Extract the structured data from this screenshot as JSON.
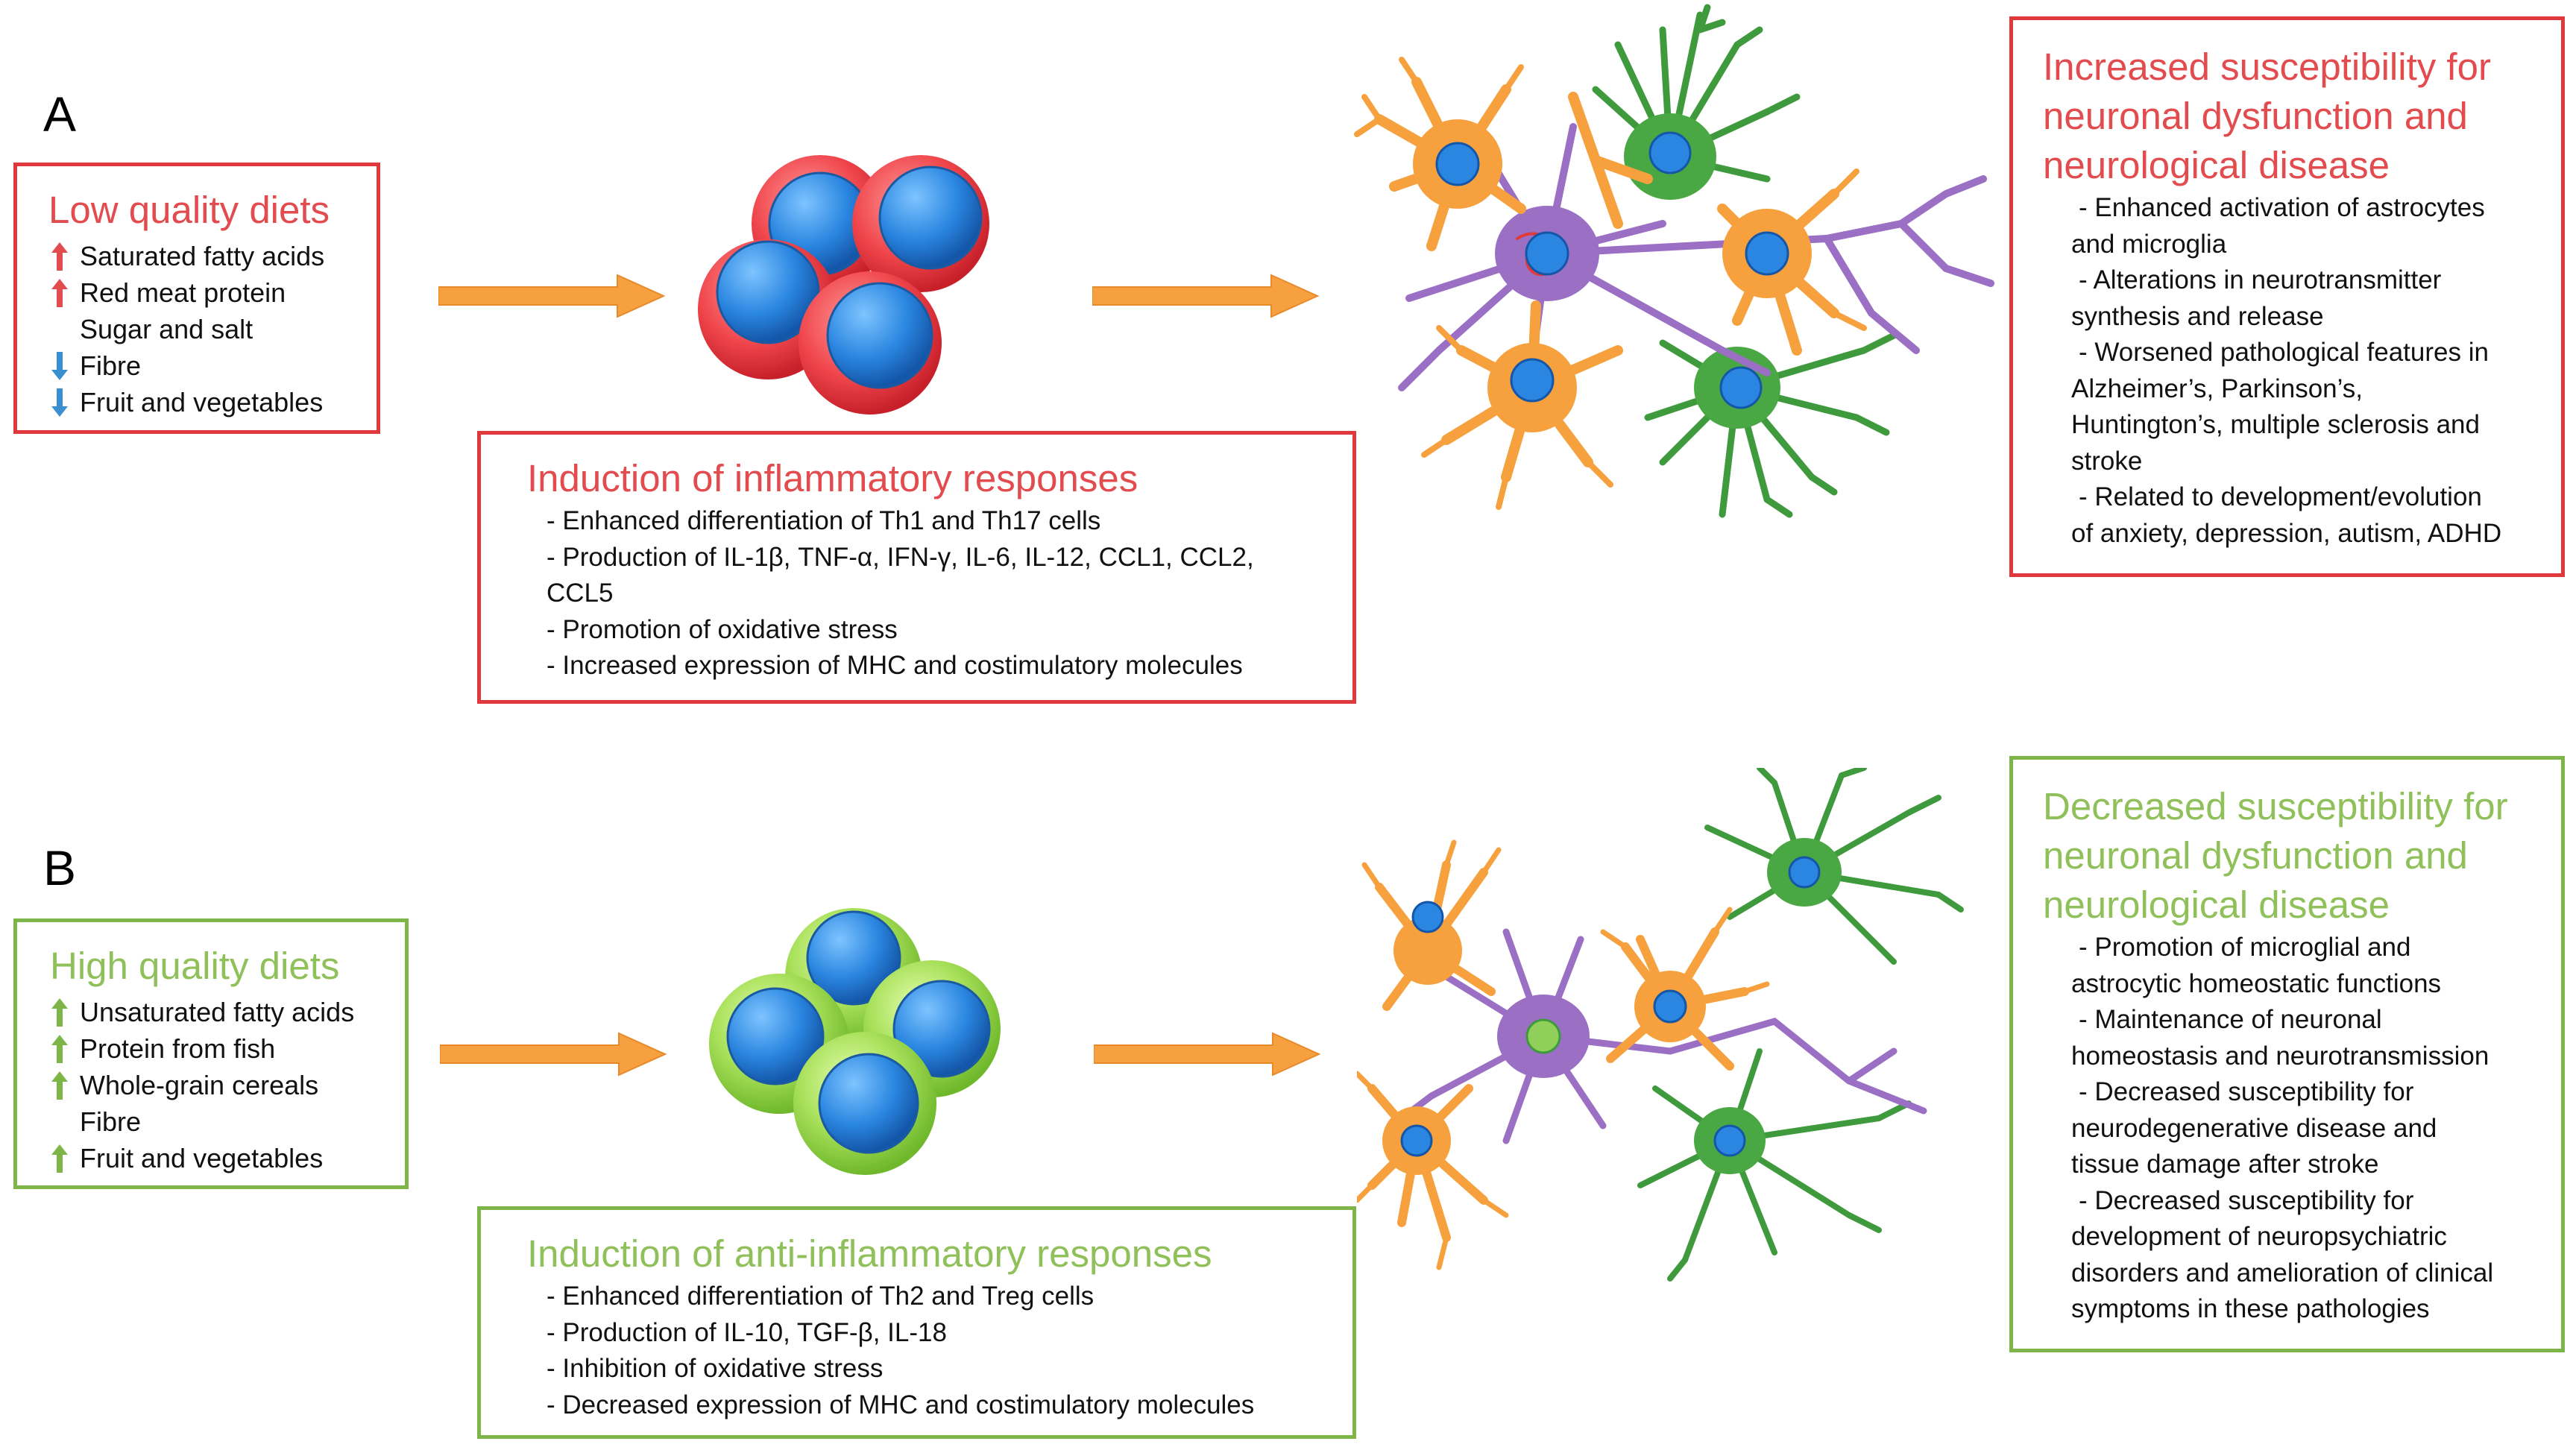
{
  "panels": {
    "A": {
      "letter": "A",
      "diet": {
        "title": "Low quality diets",
        "items": [
          {
            "label": "Saturated fatty acids",
            "direction": "up"
          },
          {
            "label": "Red meat protein",
            "direction": "up"
          },
          {
            "label": "Sugar and salt",
            "direction": "none"
          },
          {
            "label": "Fibre",
            "direction": "down"
          },
          {
            "label": "Fruit and vegetables",
            "direction": "down"
          }
        ]
      },
      "response": {
        "title": "Induction of inflammatory responses",
        "items": [
          "- Enhanced differentiation of Th1 and Th17 cells",
          "- Production of IL-1β, TNF-α, IFN-γ, IL-6, IL-12, CCL1, CCL2,",
          "CCL5",
          "- Promotion of oxidative stress",
          "- Increased expression of MHC and costimulatory molecules"
        ]
      },
      "outcome": {
        "title_lines": [
          "Increased  susceptibility for",
          "neuronal dysfunction and",
          "neurological disease"
        ],
        "items": [
          "- Enhanced activation of astrocytes",
          "and microglia",
          "- Alterations in neurotransmitter",
          "synthesis and release",
          "- Worsened pathological features in",
          "Alzheimer’s, Parkinson’s,",
          "Huntington’s, multiple sclerosis and",
          "stroke",
          "- Related to development/evolution",
          "of anxiety, depression, autism, ADHD"
        ]
      }
    },
    "B": {
      "letter": "B",
      "diet": {
        "title": "High quality diets",
        "items": [
          {
            "label": "Unsaturated fatty acids",
            "direction": "up"
          },
          {
            "label": "Protein from fish",
            "direction": "up"
          },
          {
            "label": "Whole-grain cereals",
            "direction": "up"
          },
          {
            "label": "Fibre",
            "direction": "none"
          },
          {
            "label": "Fruit and vegetables",
            "direction": "up"
          }
        ]
      },
      "response": {
        "title": "Induction of anti-inflammatory responses",
        "items": [
          "- Enhanced differentiation of Th2 and Treg cells",
          "- Production of IL-10, TGF-β, IL-18",
          "- Inhibition of oxidative stress",
          "- Decreased expression of MHC and costimulatory molecules"
        ]
      },
      "outcome": {
        "title_lines": [
          "Decreased  susceptibility for",
          "neuronal dysfunction and",
          "neurological disease"
        ],
        "items": [
          "- Promotion of microglial and",
          "astrocytic homeostatic functions",
          "- Maintenance of neuronal",
          "homeostasis and neurotransmission",
          "- Decreased susceptibility for",
          "neurodegenerative disease and",
          "tissue damage after stroke",
          "- Decreased susceptibility for",
          "development of neuropsychiatric",
          "disorders and amelioration of clinical",
          "symptoms in these pathologies"
        ]
      }
    }
  },
  "colors": {
    "red_border": "#e0393b",
    "green_border": "#7db548",
    "arrow_orange": "#f7a040",
    "up_red": "#e24c4e",
    "down_blue": "#3a8fd0",
    "up_green": "#7db548",
    "nucleus_blue": "#1e7fd6",
    "astrocyte_orange": "#f6a13e",
    "microglia_purple": "#9a6fc4",
    "neuron_green": "#3e9a3c"
  }
}
